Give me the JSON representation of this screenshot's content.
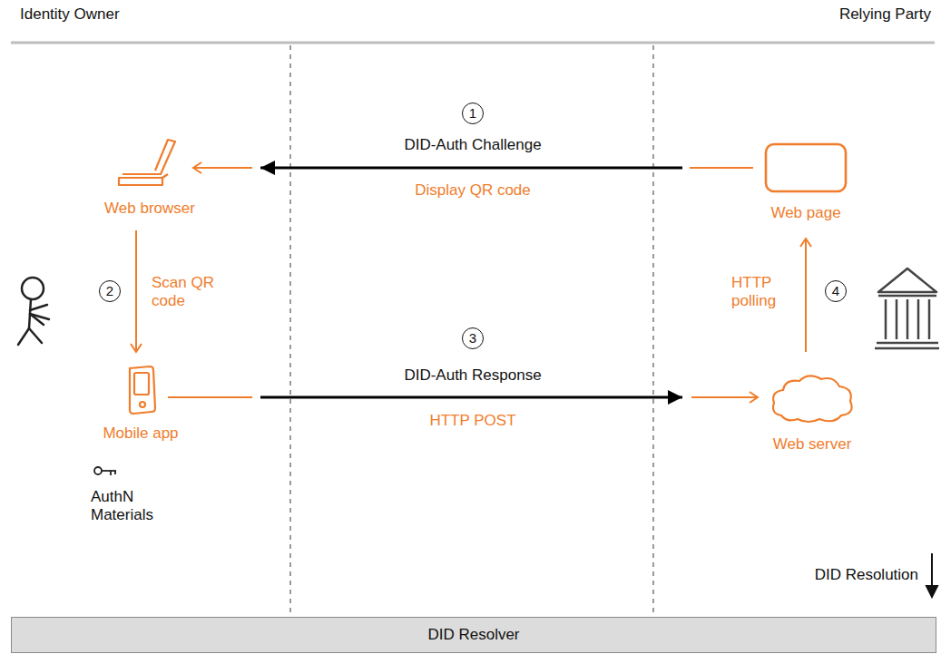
{
  "diagram": {
    "nodes": [
      {
        "text": [
          "Web browser"
        ]
      },
      {
        "text": [
          "Web page"
        ]
      },
      {
        "text": [
          "Mobile app"
        ]
      },
      {
        "text": [
          "Web server"
        ]
      },
      {
        "text": [
          "DID Resolver"
        ]
      }
    ],
    "edges": [
      {
        "from": 1,
        "to": 0,
        "arrow": "to",
        "label": "DID-Auth Challenge"
      },
      {
        "from": 0,
        "to": 2,
        "arrow": "to",
        "label": "Scan QR code"
      },
      {
        "from": 2,
        "to": 3,
        "arrow": "to",
        "label": "DID-Auth Response"
      },
      {
        "from": 3,
        "to": 1,
        "arrow": "to",
        "label": "HTTP polling"
      }
    ],
    "labels": [
      "Identity Owner",
      "Relying Party",
      "1",
      "Display QR code",
      "2",
      "3",
      "HTTP POST",
      "4",
      "AuthN Materials",
      "DID Resolution"
    ]
  }
}
